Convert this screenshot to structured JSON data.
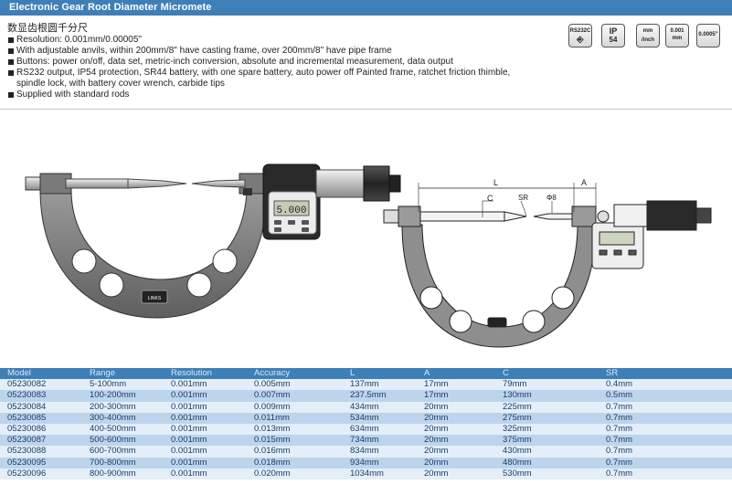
{
  "title": "Electronic Gear Root Diameter Micromete",
  "subtitle_cn": "数显齿根圆千分尺",
  "specs": [
    "Resolution: 0.001mm/0.00005\"",
    "With adjustable anvils, within 200mm/8\" have casting frame, over 200mm/8\" have pipe frame",
    "Buttons: power on/off, data set, metric-inch conversion, absolute and incremental measurement, data output",
    "RS232 output, IP54 protection, SR44 battery, with one spare battery, auto power off Painted frame, ratchet friction thimble,",
    "spindle lock, with battery cover wrench, carbide tips",
    "Supplied with standard rods"
  ],
  "icons": [
    {
      "name": "data-output-icon",
      "lines": [
        "RS232C",
        "⎆"
      ]
    },
    {
      "name": "ip54-icon",
      "lines": [
        "IP",
        "54"
      ]
    },
    {
      "name": "mm-inch-icon",
      "lines": [
        "mm",
        "/inch"
      ]
    },
    {
      "name": "resolution-mm-icon",
      "lines": [
        "0.001",
        "mm"
      ]
    },
    {
      "name": "resolution-inch-icon",
      "lines": [
        "0.0005\""
      ]
    }
  ],
  "photo": {
    "display_value": "5.000",
    "brand": "LINKS"
  },
  "drawing": {
    "dim_L": "L",
    "dim_A": "A",
    "dim_C": "C",
    "dim_SR": "SR",
    "dim_phi": "Φ8"
  },
  "table": {
    "headers": [
      "Model",
      "Range",
      "Resolution",
      "Accuracy",
      "L",
      "A",
      "C",
      "SR"
    ],
    "rows": [
      [
        "05230082",
        "5-100mm",
        "0.001mm",
        "0.005mm",
        "137mm",
        "17mm",
        "79mm",
        "0.4mm"
      ],
      [
        "05230083",
        "100-200mm",
        "0.001mm",
        "0.007mm",
        "237.5mm",
        "17mm",
        "130mm",
        "0.5mm"
      ],
      [
        "05230084",
        "200-300mm",
        "0.001mm",
        "0.009mm",
        "434mm",
        "20mm",
        "225mm",
        "0.7mm"
      ],
      [
        "05230085",
        "300-400mm",
        "0.001mm",
        "0.011mm",
        "534mm",
        "20mm",
        "275mm",
        "0.7mm"
      ],
      [
        "05230086",
        "400-500mm",
        "0.001mm",
        "0.013mm",
        "634mm",
        "20mm",
        "325mm",
        "0.7mm"
      ],
      [
        "05230087",
        "500-600mm",
        "0.001mm",
        "0.015mm",
        "734mm",
        "20mm",
        "375mm",
        "0.7mm"
      ],
      [
        "05230088",
        "600-700mm",
        "0.001mm",
        "0.016mm",
        "834mm",
        "20mm",
        "430mm",
        "0.7mm"
      ],
      [
        "05230095",
        "700-800mm",
        "0.001mm",
        "0.018mm",
        "934mm",
        "20mm",
        "480mm",
        "0.7mm"
      ],
      [
        "05230096",
        "800-900mm",
        "0.001mm",
        "0.020mm",
        "1034mm",
        "20mm",
        "530mm",
        "0.7mm"
      ]
    ]
  }
}
